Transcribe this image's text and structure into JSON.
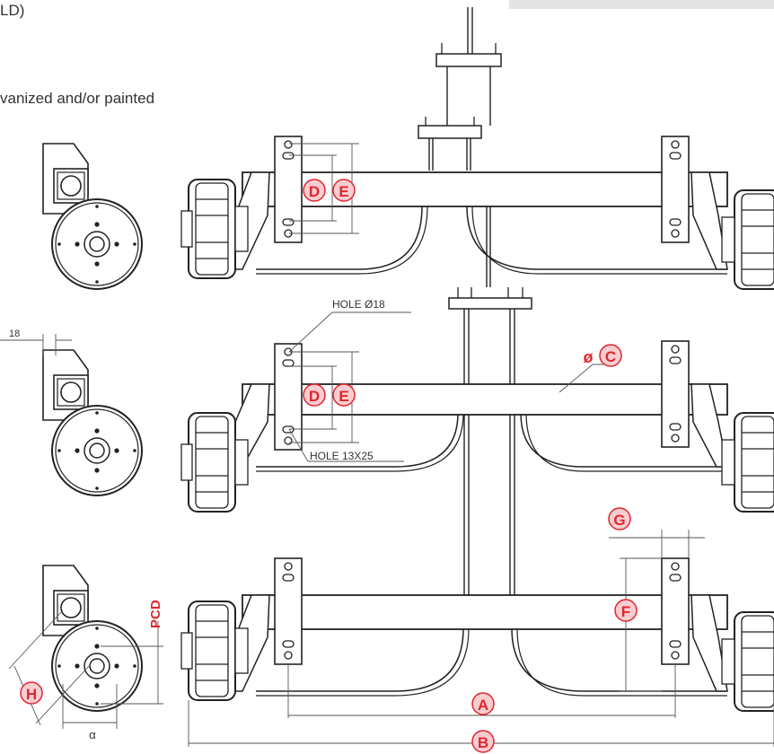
{
  "header": {
    "line1": "LD)",
    "line2": "vanized and/or painted"
  },
  "labels": {
    "A": "A",
    "B": "B",
    "C": "C",
    "D": "D",
    "E": "E",
    "F": "F",
    "G": "G",
    "H": "H",
    "phi": "ø",
    "pcd": "PCD",
    "alpha": "α",
    "dim18": "18",
    "hole1": "HOLE Ø18",
    "hole2": "HOLE 13X25"
  },
  "colors": {
    "accent": "#e0262f",
    "badge_fill": "#f7cdd0",
    "line": "#222222"
  }
}
